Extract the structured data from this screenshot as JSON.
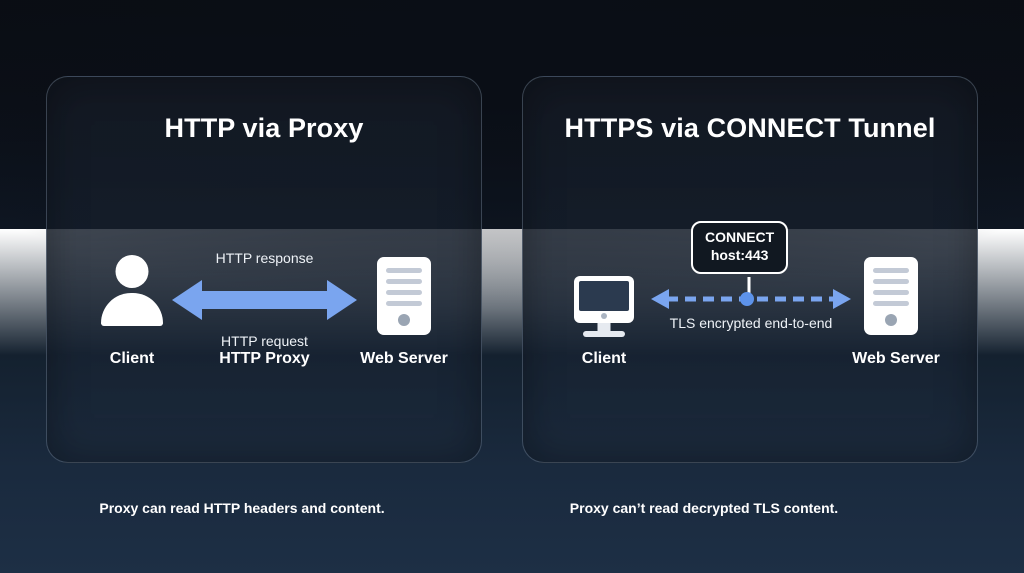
{
  "theme": {
    "background_top": "#0a0d13",
    "background_bottom": "#1d2f45",
    "panel_border": "rgba(150,165,185,0.30)",
    "accent_arrow": "#7aa5ef",
    "text_primary": "#ffffff",
    "icon_white": "#ffffff",
    "icon_grey": "#c3cad6",
    "screen_navy": "#2b3a4f"
  },
  "panels": [
    {
      "id": "http-via-proxy",
      "title": "HTTP via Proxy",
      "caption": "Proxy can read HTTP headers and content.",
      "nodes": [
        {
          "name": "client",
          "label": "Client",
          "icon": "person-icon"
        },
        {
          "name": "proxy",
          "label": "HTTP Proxy",
          "icon": "arrow-icon"
        },
        {
          "name": "web-server",
          "label": "Web Server",
          "icon": "server-icon"
        }
      ],
      "arrow": {
        "style": "solid",
        "direction": "bidirectional",
        "label_above": "HTTP request",
        "label_below": "HTTP response"
      }
    },
    {
      "id": "https-via-connect-tunnel",
      "title": "HTTPS via CONNECT Tunnel",
      "caption": "Proxy can’t read decrypted TLS content.",
      "nodes": [
        {
          "name": "client",
          "label": "Client",
          "icon": "monitor-icon"
        },
        {
          "name": "web-server",
          "label": "Web Server",
          "icon": "server-icon"
        }
      ],
      "arrow": {
        "style": "dashed",
        "direction": "bidirectional",
        "label_below": "TLS encrypted end-to-end"
      },
      "connect_box": {
        "line1": "CONNECT",
        "line2": "host:443"
      }
    }
  ]
}
